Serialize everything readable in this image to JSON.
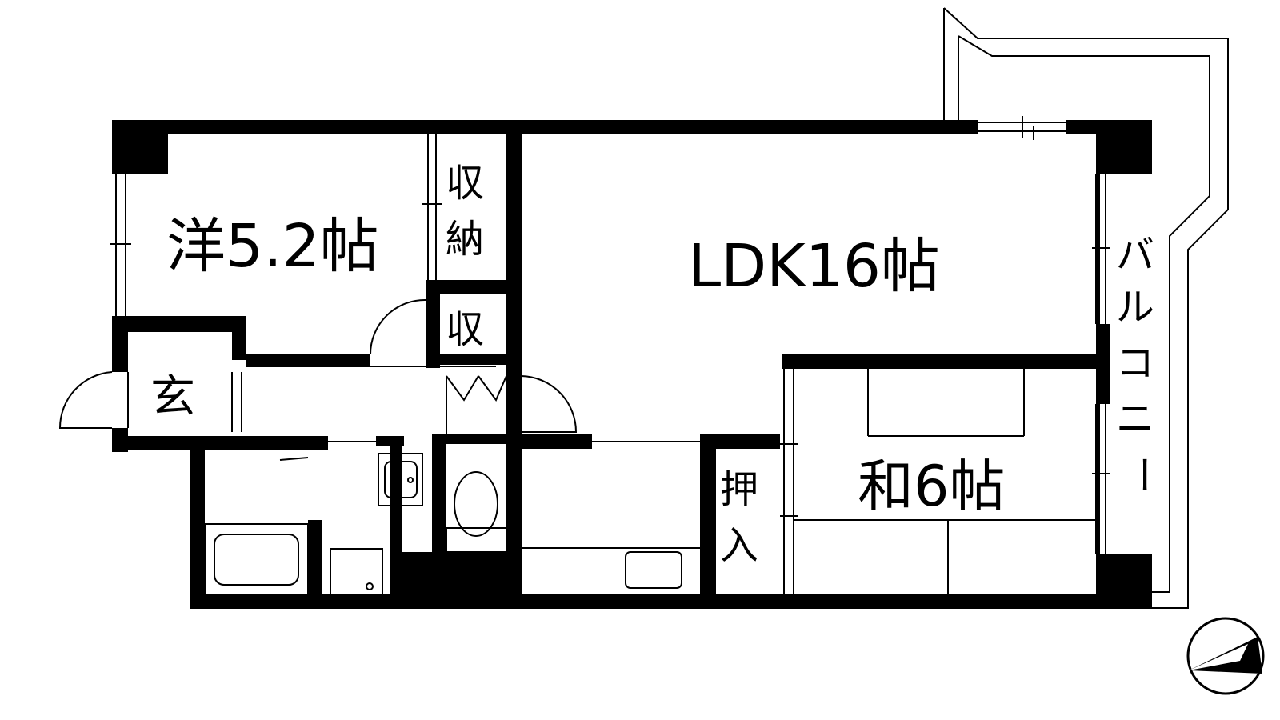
{
  "rooms": {
    "western": "洋5.2帖",
    "ldk": "LDK16帖",
    "japanese": "和6帖",
    "storage_top_1": "収",
    "storage_top_2": "納",
    "storage_small": "収",
    "oshiire_1": "押",
    "oshiire_2": "入",
    "entrance": "玄"
  },
  "balcony_chars": [
    "バ",
    "ル",
    "コ",
    "ニ",
    "ー"
  ],
  "colors": {
    "wall": "#000000",
    "background": "#ffffff"
  },
  "icons": [
    "compass-icon"
  ]
}
